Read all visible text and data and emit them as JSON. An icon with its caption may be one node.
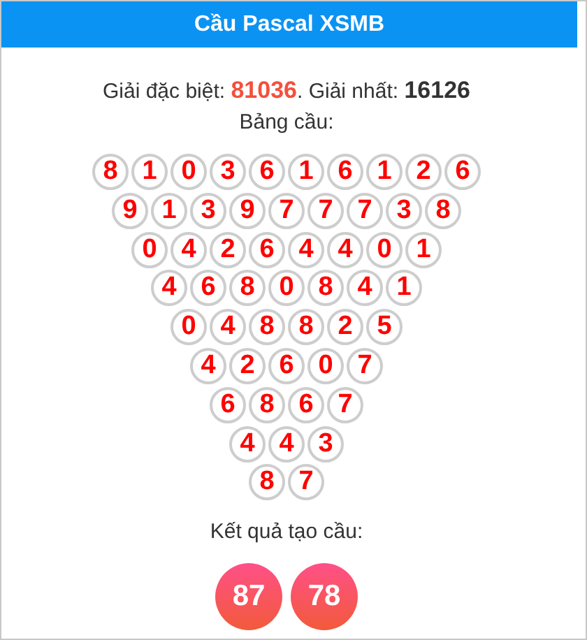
{
  "diagram": {
    "title": "Cầu Pascal XSMB",
    "nodes": [
      {
        "text": [
          "8"
        ]
      },
      {
        "text": [
          "1"
        ]
      },
      {
        "text": [
          "0"
        ]
      },
      {
        "text": [
          "3"
        ]
      },
      {
        "text": [
          "6"
        ]
      },
      {
        "text": [
          "1"
        ]
      },
      {
        "text": [
          "6"
        ]
      },
      {
        "text": [
          "1"
        ]
      },
      {
        "text": [
          "2"
        ]
      },
      {
        "text": [
          "6"
        ]
      },
      {
        "text": [
          "9"
        ]
      },
      {
        "text": [
          "1"
        ]
      },
      {
        "text": [
          "3"
        ]
      },
      {
        "text": [
          "9"
        ]
      },
      {
        "text": [
          "7"
        ]
      },
      {
        "text": [
          "7"
        ]
      },
      {
        "text": [
          "7"
        ]
      },
      {
        "text": [
          "3"
        ]
      },
      {
        "text": [
          "8"
        ]
      },
      {
        "text": [
          "0"
        ]
      },
      {
        "text": [
          "4"
        ]
      },
      {
        "text": [
          "2"
        ]
      },
      {
        "text": [
          "6"
        ]
      },
      {
        "text": [
          "4"
        ]
      },
      {
        "text": [
          "4"
        ]
      },
      {
        "text": [
          "0"
        ]
      },
      {
        "text": [
          "1"
        ]
      },
      {
        "text": [
          "4"
        ]
      },
      {
        "text": [
          "6"
        ]
      },
      {
        "text": [
          "8"
        ]
      },
      {
        "text": [
          "0"
        ]
      },
      {
        "text": [
          "8"
        ]
      },
      {
        "text": [
          "4"
        ]
      },
      {
        "text": [
          "1"
        ]
      },
      {
        "text": [
          "0"
        ]
      },
      {
        "text": [
          "4"
        ]
      },
      {
        "text": [
          "8"
        ]
      },
      {
        "text": [
          "8"
        ]
      },
      {
        "text": [
          "2"
        ]
      },
      {
        "text": [
          "5"
        ]
      },
      {
        "text": [
          "4"
        ]
      },
      {
        "text": [
          "2"
        ]
      },
      {
        "text": [
          "6"
        ]
      },
      {
        "text": [
          "0"
        ]
      },
      {
        "text": [
          "7"
        ]
      },
      {
        "text": [
          "6"
        ]
      },
      {
        "text": [
          "8"
        ]
      },
      {
        "text": [
          "6"
        ]
      },
      {
        "text": [
          "7"
        ]
      },
      {
        "text": [
          "4"
        ]
      },
      {
        "text": [
          "4"
        ]
      },
      {
        "text": [
          "3"
        ]
      },
      {
        "text": [
          "8"
        ]
      },
      {
        "text": [
          "7"
        ]
      },
      {
        "text": [
          "87"
        ]
      },
      {
        "text": [
          "78"
        ]
      }
    ],
    "labels": [
      "Giải đặc biệt: **81036**. Giải nhất: **16126**",
      "Bảng cầu:",
      "Kết quả tạo cầu:"
    ]
  }
}
